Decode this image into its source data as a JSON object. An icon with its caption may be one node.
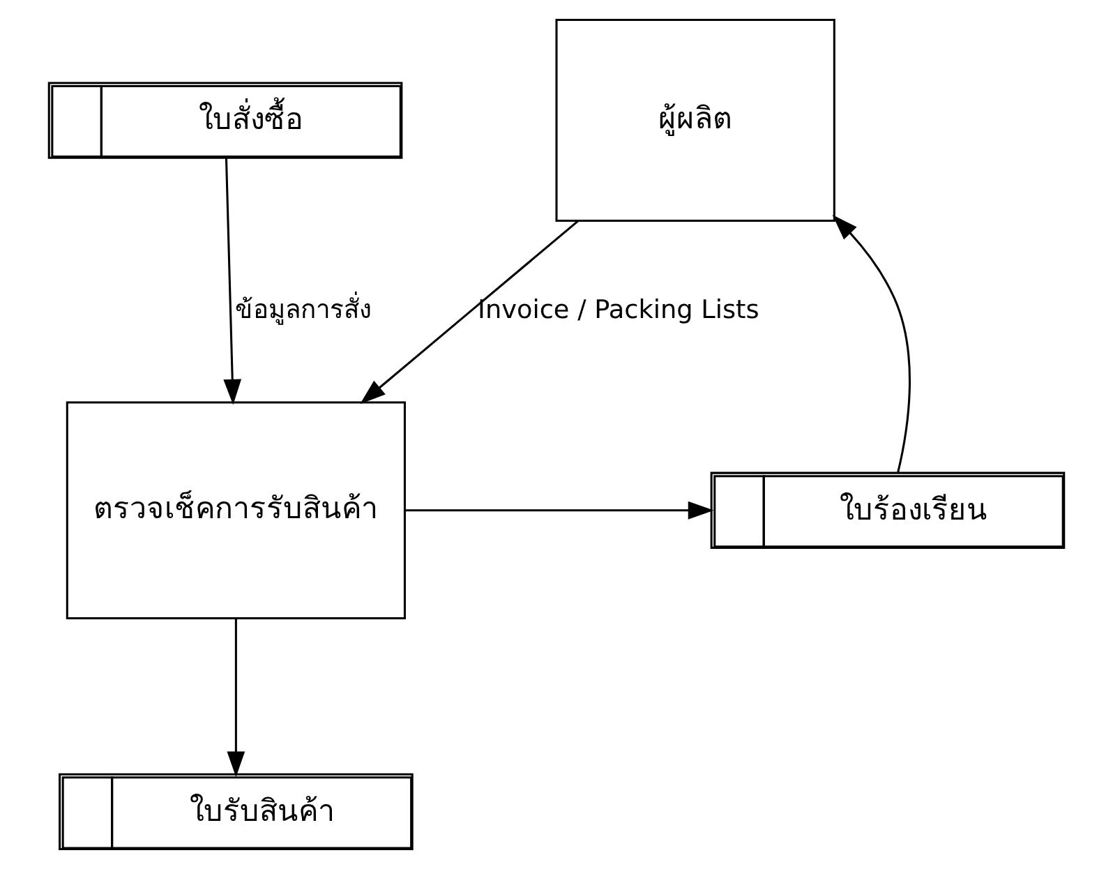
{
  "diagram": {
    "nodes": [
      {
        "text": [
          "ใบสั่งซื้อ"
        ]
      },
      {
        "text": [
          "ผู้ผลิต"
        ]
      },
      {
        "text": [
          "ตรวจเช็คการรับสินค้า"
        ]
      },
      {
        "text": [
          "ใบร้องเรียน"
        ]
      },
      {
        "text": [
          "ใบรับสินค้า"
        ]
      }
    ],
    "edges": [
      {
        "from": 0,
        "to": 2,
        "arrow": "to",
        "label": "ข้อมูลการสั่ง"
      },
      {
        "from": 1,
        "to": 2,
        "arrow": "to",
        "label": "Invoice / Packing Lists"
      },
      {
        "from": 2,
        "to": 3,
        "arrow": "to"
      },
      {
        "from": 3,
        "to": 1,
        "arrow": "to"
      },
      {
        "from": 2,
        "to": 4,
        "arrow": "to"
      }
    ]
  }
}
